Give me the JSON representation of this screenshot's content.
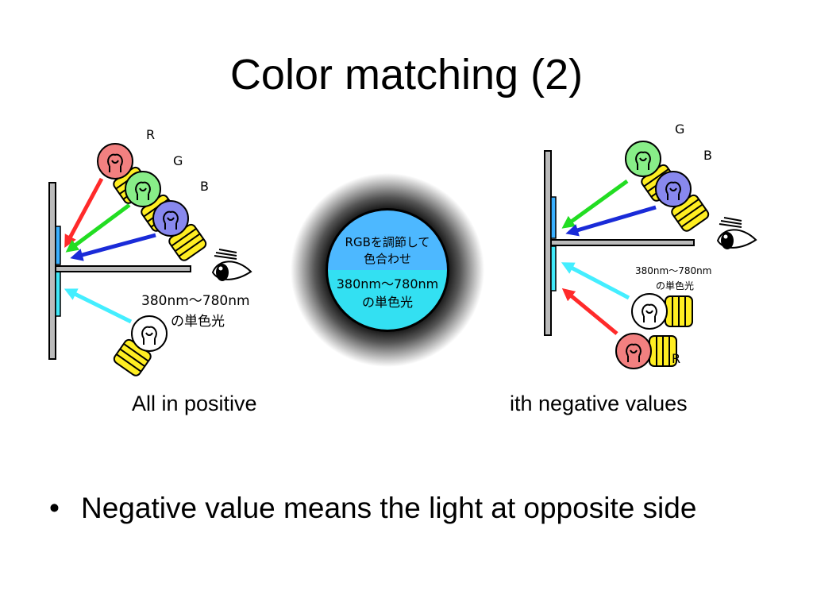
{
  "slide": {
    "title": "Color matching (2)",
    "caption_left": "All in positive",
    "caption_right": "ith negative values",
    "bullet_marker": "•",
    "bullet_text": "Negative value means the light at opposite side"
  },
  "left_panel": {
    "lamp_labels": [
      "R",
      "G",
      "B"
    ],
    "light_label_line1": "380nm～780nm",
    "light_label_line2": "の単色光"
  },
  "center_circle": {
    "top_line1": "RGBを調節して",
    "top_line2": "色合わせ",
    "bottom_line1": "380nm～780nm",
    "bottom_line2": "の単色光",
    "colors": {
      "top": "#4db8ff",
      "bottom": "#33e0f2",
      "ring": "#000000"
    }
  },
  "right_panel": {
    "lamp_labels_top": [
      "G",
      "B"
    ],
    "lamp_label_bottom": "R",
    "light_label_line1": "380nm～780nm",
    "light_label_line2": "の単色光"
  },
  "colors": {
    "red": "#ff2a2a",
    "green": "#22dd22",
    "blue": "#1a2bd8",
    "cyan": "#44eeff",
    "bulb_red": "#f28080",
    "bulb_green": "#88ee88",
    "bulb_blue": "#8888ee",
    "bulb_base": "#ffee22"
  }
}
